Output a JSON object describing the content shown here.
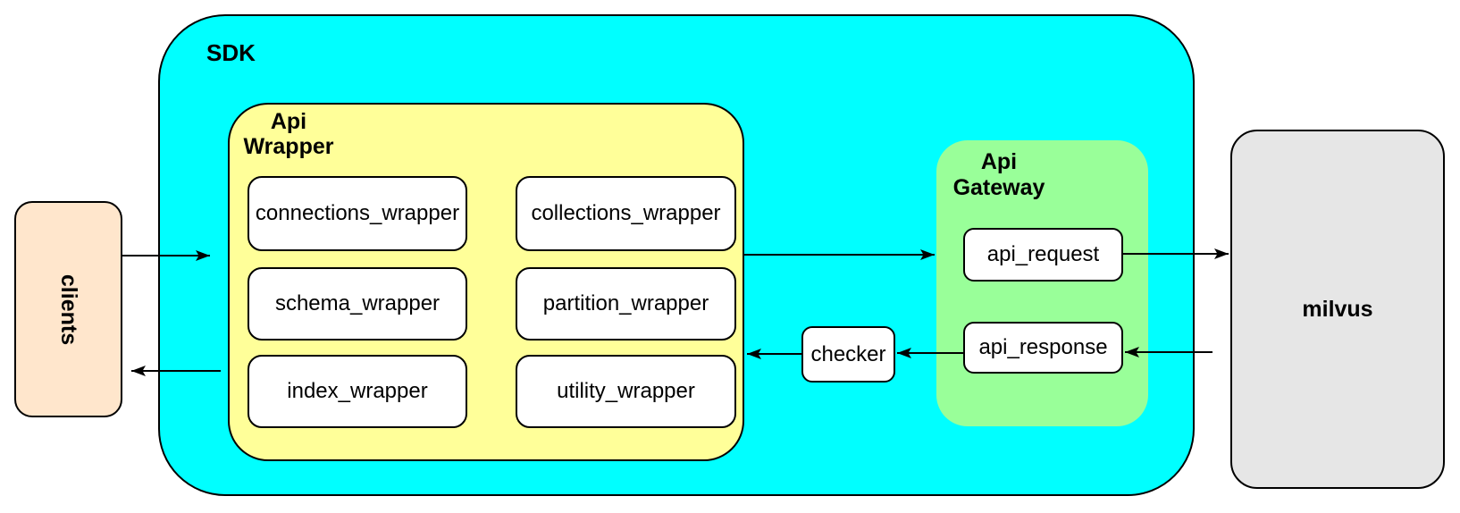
{
  "nodes": {
    "clients": {
      "label": "clients",
      "fill": "#ffe6cc"
    },
    "sdk": {
      "label": "SDK",
      "fill": "#00ffff"
    },
    "api_wrapper": {
      "label": "Api\nWrapper",
      "fill": "#ffff99"
    },
    "wrappers": [
      {
        "label": "connections_wrapper"
      },
      {
        "label": "collections_wrapper"
      },
      {
        "label": "schema_wrapper"
      },
      {
        "label": "partition_wrapper"
      },
      {
        "label": "index_wrapper"
      },
      {
        "label": "utility_wrapper"
      }
    ],
    "checker": {
      "label": "checker",
      "fill": "#ffffff"
    },
    "api_gateway": {
      "label": "Api\nGateway",
      "fill": "#99ff99"
    },
    "api_request": {
      "label": "api_request",
      "fill": "#ffffff"
    },
    "api_response": {
      "label": "api_response",
      "fill": "#ffffff"
    },
    "milvus": {
      "label": "milvus",
      "fill": "#e6e6e6"
    }
  },
  "arrows": [
    {
      "from": "clients",
      "to": "sdk",
      "direction": "right"
    },
    {
      "from": "api_wrapper",
      "to": "api_gateway",
      "direction": "right"
    },
    {
      "from": "api_request",
      "to": "milvus",
      "direction": "right"
    },
    {
      "from": "milvus",
      "to": "api_response",
      "direction": "left"
    },
    {
      "from": "api_response",
      "to": "checker",
      "direction": "left"
    },
    {
      "from": "checker",
      "to": "api_wrapper",
      "direction": "left"
    },
    {
      "from": "api_wrapper",
      "to": "clients",
      "direction": "left"
    }
  ],
  "stroke_color": "#000000"
}
